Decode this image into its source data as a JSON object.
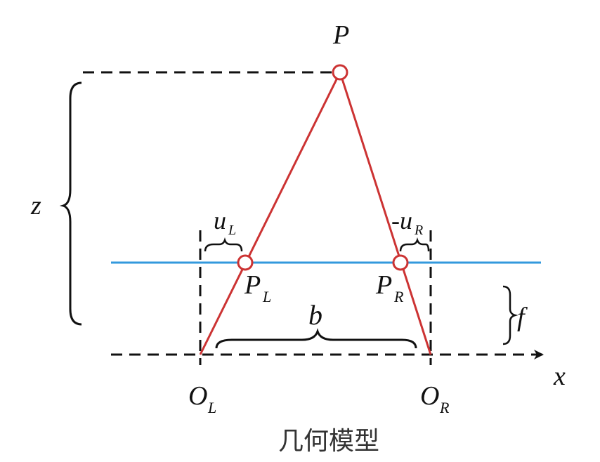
{
  "labels": {
    "P": "P",
    "PL": "P",
    "PL_sub": "L",
    "PR": "P",
    "PR_sub": "R",
    "uL": "u",
    "uL_sub": "L",
    "uR": "-u",
    "uR_sub": "R",
    "b": "b",
    "f": "f",
    "z": "z",
    "x": "x",
    "OL": "O",
    "OL_sub": "L",
    "OR": "O",
    "OR_sub": "R"
  },
  "caption": "几何模型",
  "colors": {
    "rays": "#cc3333",
    "image_plane": "#3399dd",
    "dashed": "#111111",
    "point_fill": "#ffffff"
  }
}
